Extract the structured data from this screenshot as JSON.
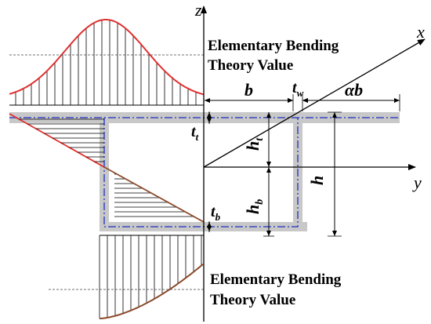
{
  "labels": {
    "top_note_line1": "Elementary Bending",
    "top_note_line2": "Theory Value",
    "bottom_note_line1": "Elementary Bending",
    "bottom_note_line2": "Theory Value"
  },
  "axes": {
    "z": "z",
    "x": "x",
    "y": "y"
  },
  "dims": {
    "b": "b",
    "tw_main": "t",
    "tw_sub": "w",
    "ab": "αb",
    "tt_main": "t",
    "tt_sub": "t",
    "ht_main": "h",
    "ht_sub": "t",
    "h": "h",
    "hb_main": "h",
    "hb_sub": "b",
    "tb_main": "t",
    "tb_sub": "b"
  },
  "colors": {
    "section": "#c8c8c8",
    "centerline": "#1f2fbf",
    "curve_top": "#e03030",
    "curve_bottom": "#8b4a2b",
    "ink": "#000000"
  }
}
